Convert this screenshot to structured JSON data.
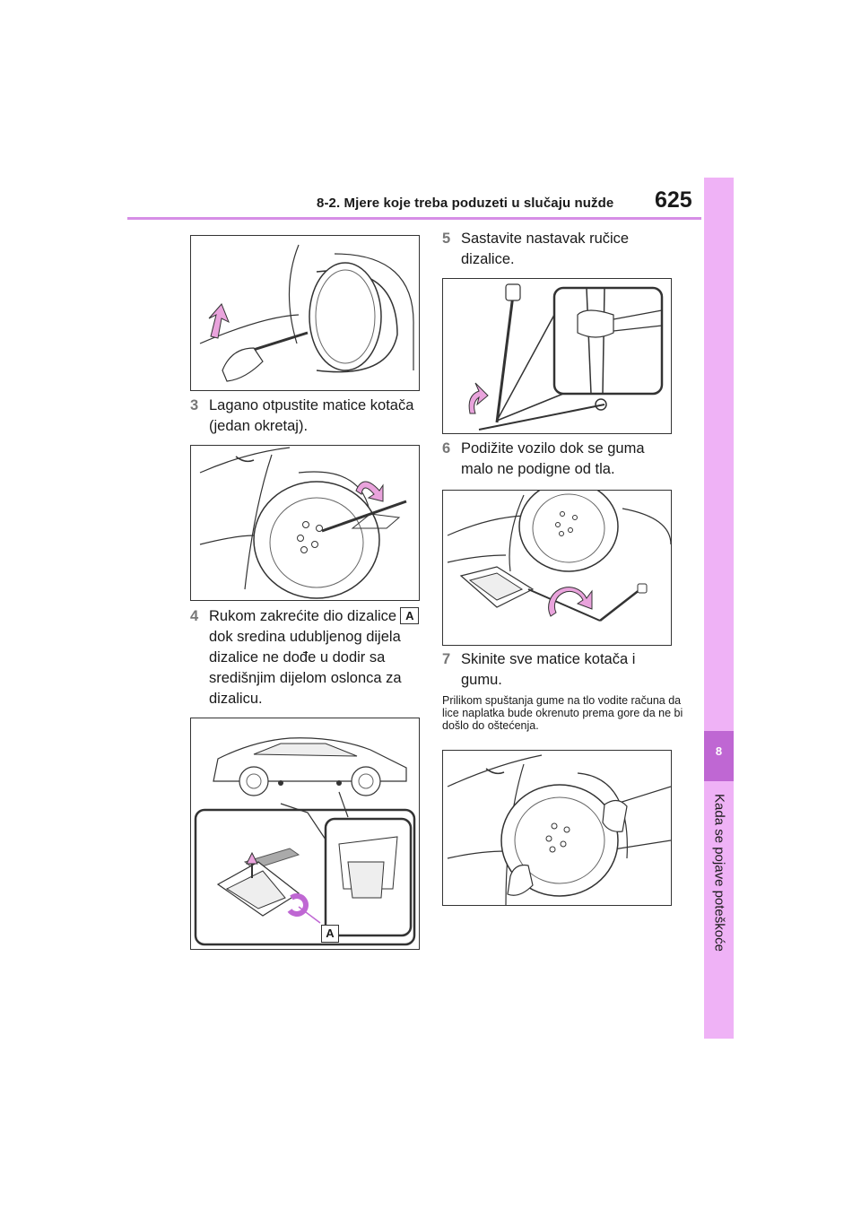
{
  "header": {
    "title": "8-2. Mjere koje treba poduzeti u slučaju nužde",
    "page_number": "625"
  },
  "side_tab": {
    "chapter_number": "8",
    "chapter_title": "Kada se pojave poteškoće"
  },
  "steps": [
    {
      "number": "3",
      "text": "Lagano otpustite matice kotača (jedan okretaj)."
    },
    {
      "number": "4",
      "text": "Rukom zakrećite dio dizalice",
      "label": "A",
      "text_after": "dok sredina udubljenog dijela dizalice ne dođe u dodir sa središnjim dijelom oslonca za dizalicu."
    },
    {
      "number": "5",
      "text": "Sastavite nastavak ručice dizalice."
    },
    {
      "number": "6",
      "text": "Podižite vozilo dok se guma malo ne podigne od tla."
    },
    {
      "number": "7",
      "text": "Skinite sve matice kotača i gumu."
    }
  ],
  "note": "Prilikom spuštanja gume na tlo vodite računa da lice naplatka bude okrenuto prema gore da ne bi došlo do oštećenja.",
  "figure_labels": {
    "jack_part": "A"
  },
  "colors": {
    "accent": "#d68ee6",
    "side_tab": "#efb2f6",
    "side_tab_dark": "#bf67d3",
    "arrow": "#e9a3dc"
  }
}
